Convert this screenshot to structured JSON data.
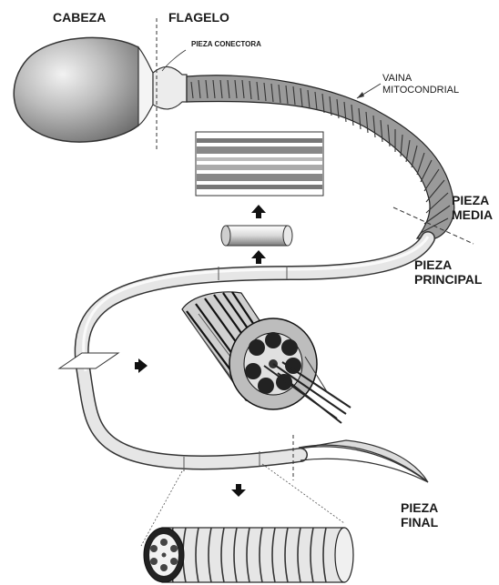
{
  "labels": {
    "head": "CABEZA",
    "flagellum": "FLAGELO",
    "connecting_piece": "PIEZA CONECTORA",
    "mito_sheath_line1": "VAINA",
    "mito_sheath_line2": "MITOCONDRIAL",
    "midpiece_line1": "PIEZA",
    "midpiece_line2": "MEDIA",
    "principal_line1": "PIEZA",
    "principal_line2": "PRINCIPAL",
    "end_line1": "PIEZA",
    "end_line2": "FINAL"
  }
}
